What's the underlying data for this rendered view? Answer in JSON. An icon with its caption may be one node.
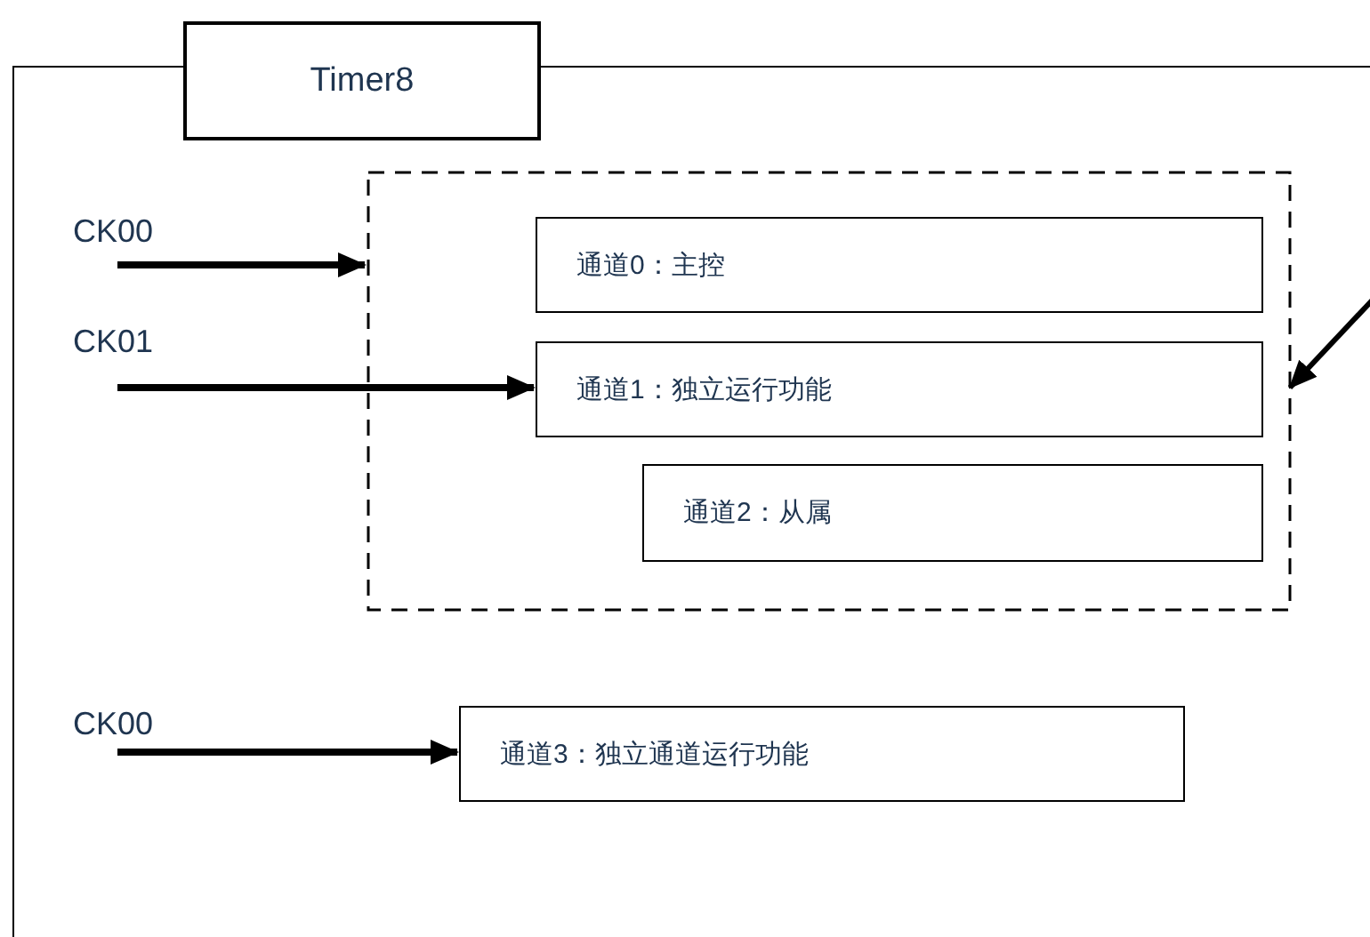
{
  "diagram": {
    "nodes": [
      {
        "text": [
          "Timer8"
        ]
      },
      {
        "text": [],
        "shape": "box",
        "in": 0
      },
      {
        "text": [
          "通道0：主控"
        ],
        "in": 1
      },
      {
        "text": [
          "通道1：独立运行功能"
        ],
        "in": 1
      },
      {
        "text": [
          "通道2：从属"
        ],
        "in": 1
      },
      {
        "text": [
          "通道3：独立通道运行功能"
        ],
        "in": 0
      },
      {
        "text": [
          "CK00"
        ],
        "in": 0
      },
      {
        "text": [
          "CK01"
        ],
        "in": 0
      },
      {
        "text": [
          "CK00"
        ],
        "in": 0
      }
    ],
    "edges": [
      {
        "from": 6,
        "to": 1,
        "arrow": "to"
      },
      {
        "from": 7,
        "to": 3,
        "arrow": "to"
      },
      {
        "from": 8,
        "to": 5,
        "arrow": "to"
      },
      {
        "from": null,
        "to": 1,
        "arrow": "to"
      }
    ]
  }
}
